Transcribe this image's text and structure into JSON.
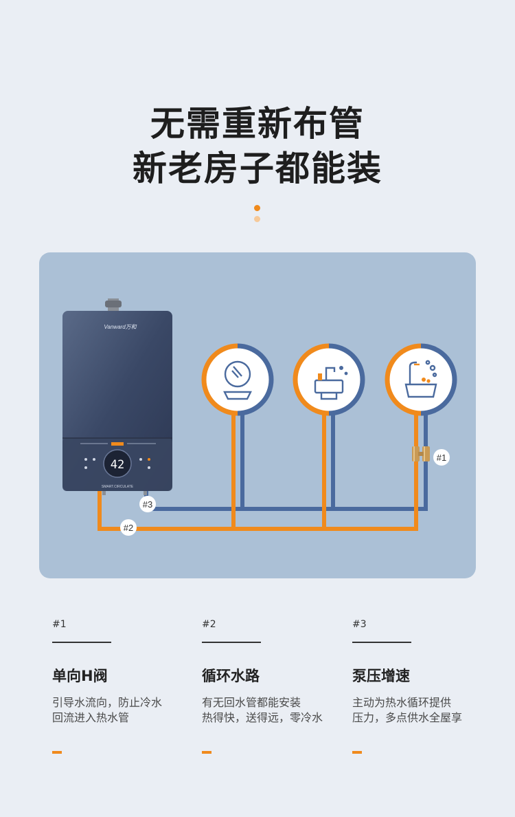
{
  "headline": {
    "line1": "无需重新布管",
    "line2": "新老房子都能装"
  },
  "colors": {
    "accent": "#f08a1c",
    "cold": "#4a6a9e",
    "panel": "#abc0d6"
  },
  "device": {
    "brand_text": "Vanward万和",
    "display_value": "42",
    "footer_text": "SMART.CIRCULATE"
  },
  "diagram": {
    "markers": [
      "#1",
      "#2",
      "#3"
    ],
    "fixtures": [
      "mirror-basin-icon",
      "kitchen-sink-icon",
      "bathtub-shower-icon"
    ]
  },
  "features": [
    {
      "tag": "#1",
      "title": "单向H阀",
      "desc_line1": "引导水流向，防止冷水",
      "desc_line2": "回流进入热水管"
    },
    {
      "tag": "#2",
      "title": "循环水路",
      "desc_line1": "有无回水管都能安装",
      "desc_line2": "热得快，送得远，零冷水"
    },
    {
      "tag": "#3",
      "title": "泵压增速",
      "desc_line1": "主动为热水循环提供",
      "desc_line2": "压力，多点供水全屋享"
    }
  ]
}
